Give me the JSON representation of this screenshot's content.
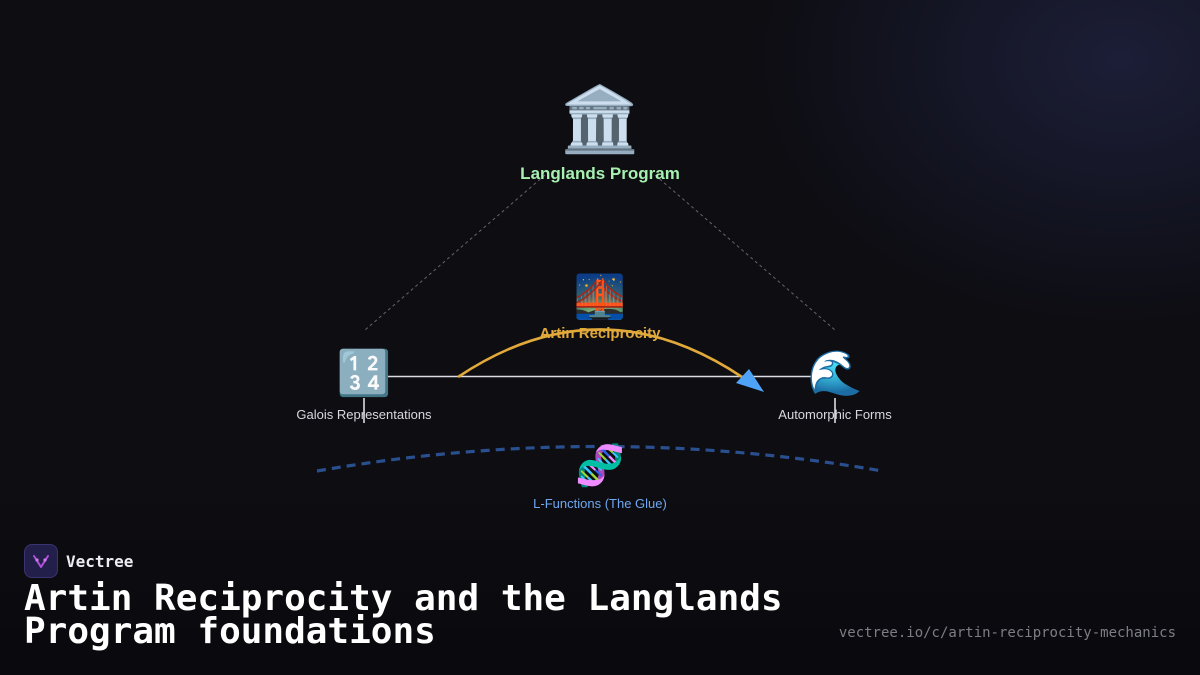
{
  "diagram": {
    "top_node": {
      "icon": "classical-building-icon",
      "glyph": "🏛️",
      "label": "Langlands Program"
    },
    "middle_node": {
      "icon": "bridge-at-night-icon",
      "glyph": "🌉",
      "label": "Artin Reciprocity"
    },
    "left_node": {
      "icon": "input-numbers-icon",
      "glyph": "🔢",
      "label": "Galois Representations"
    },
    "right_node": {
      "icon": "water-wave-icon",
      "glyph": "🌊",
      "label": "Automorphic Forms"
    },
    "bottom_node": {
      "icon": "dna-icon",
      "glyph": "🧬",
      "label": "L-Functions (The Glue)"
    },
    "colors": {
      "top_label": "#a7f0b0",
      "middle_label": "#e0a93a",
      "arc": "#e0a93a",
      "arrow_head": "#4fa3f7",
      "bottom_label": "#6fa8f0",
      "dashed_arc": "#2a4f8f"
    }
  },
  "brand": {
    "logo_icon": "vectree-logo-icon",
    "name": "Vectree"
  },
  "title": "Artin Reciprocity and the Langlands Program foundations",
  "url": "vectree.io/c/artin-reciprocity-mechanics"
}
